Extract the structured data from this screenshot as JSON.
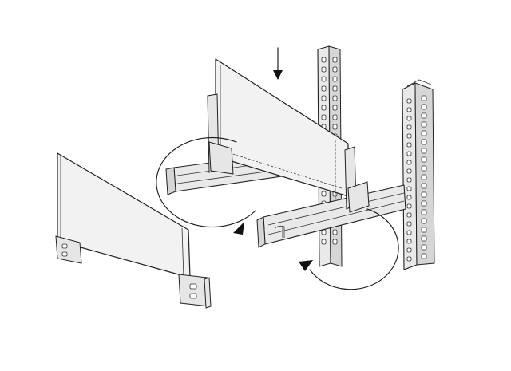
{
  "diagram": {
    "components": [
      {
        "name": "divider-panel",
        "shape": "trapezoid"
      },
      {
        "name": "divider-panel-installed",
        "shape": "trapezoid"
      },
      {
        "name": "beam-rail",
        "shape": "channel"
      },
      {
        "name": "upright-column",
        "shape": "perforated-post"
      }
    ],
    "indicators": {
      "drop_arrow": "downward-arrow",
      "detail_circles": 2,
      "curved_arrows": 2
    },
    "colors": {
      "line": "#222222",
      "fill": "#f2f2f2",
      "background": "#ffffff"
    }
  }
}
